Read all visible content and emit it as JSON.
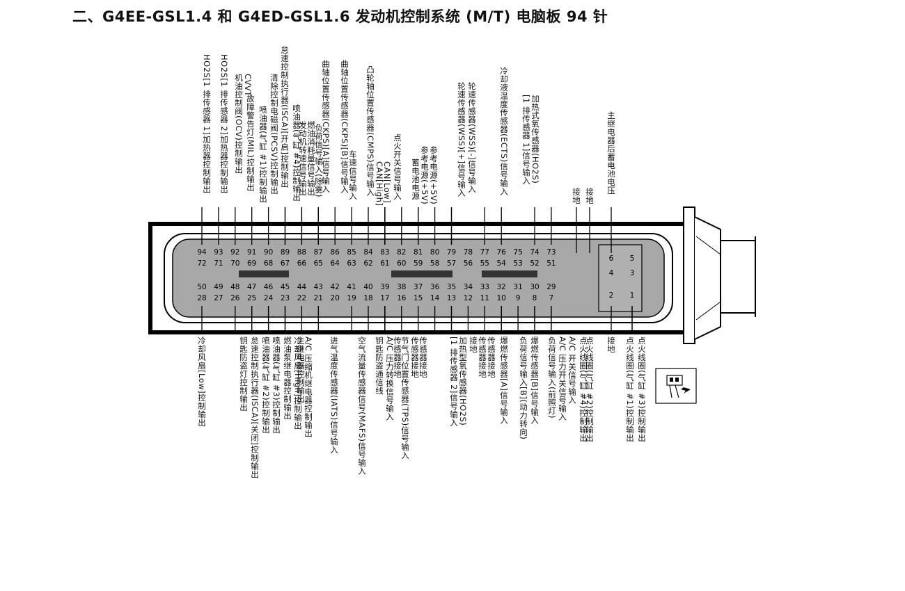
{
  "title": "二、G4EE-GSL1.4 和 G4ED-GSL1.6 发动机控制系统 (M/T) 电脑板 94 针",
  "main_connector": {
    "rows": [
      [
        "94",
        "93",
        "92",
        "91",
        "90",
        "89",
        "88",
        "87",
        "86",
        "85",
        "84",
        "83",
        "82",
        "81",
        "80",
        "79",
        "78",
        "77",
        "76",
        "75",
        "74",
        "73"
      ],
      [
        "72",
        "71",
        "70",
        "69",
        "68",
        "67",
        "66",
        "65",
        "64",
        "63",
        "62",
        "61",
        "60",
        "59",
        "58",
        "57",
        "56",
        "55",
        "54",
        "53",
        "52",
        "51"
      ],
      [
        "50",
        "49",
        "48",
        "47",
        "46",
        "45",
        "44",
        "43",
        "42",
        "41",
        "40",
        "39",
        "38",
        "37",
        "36",
        "35",
        "34",
        "33",
        "32",
        "31",
        "30",
        "29"
      ],
      [
        "28",
        "27",
        "26",
        "25",
        "24",
        "23",
        "22",
        "21",
        "20",
        "19",
        "18",
        "17",
        "16",
        "15",
        "14",
        "13",
        "12",
        "11",
        "10",
        "9",
        "8",
        "7"
      ]
    ]
  },
  "side_connector": {
    "pins": [
      "6",
      "5",
      "4",
      "3",
      "2",
      "1"
    ]
  },
  "top_labels": [
    [
      "HO2S[1 排传感器 1]加热器控制输出"
    ],
    [
      "HO2S[1 排传感器 2]加热器控制输出"
    ],
    [
      "CVVT",
      "机油控制阀(OCV)控制输出"
    ],
    [
      "故障警告灯(MIL)控制输出"
    ],
    [
      "喷油器(气缸 #1)控制输出"
    ],
    [
      "清除控制电磁阀(PCSV)控制输出"
    ],
    [
      "怠速控制执行器(ISCA)[开启]控制输出"
    ],
    [
      "喷油器(气缸 #4)控制输出"
    ],
    [
      "发动机转速信号输出"
    ],
    [
      "燃油消耗量信号输出"
    ],
    [
      "负荷信号输入(除雾)"
    ],
    [
      "曲轴位置传感器(CKPS)[A]信号输入"
    ],
    [
      "曲轴位置传感器(CKPS)[B]信号输入"
    ],
    [
      "车速信号输入"
    ],
    [
      "凸轮轴位置传感器(CMPS)信号输入"
    ],
    [
      "CAN[High]"
    ],
    [
      "CAN[Low]"
    ],
    [
      "点火开关信号输入"
    ],
    [
      "蓄电池电源"
    ],
    [
      "参考电源(+5V)"
    ],
    [
      "参考电源(+5V)"
    ],
    [
      "轮速传感器(WSS)[+]信号输入"
    ],
    [
      "轮速传感器(WSS)[-]信号输入"
    ],
    [
      "冷却液温度传感器(ECTS)信号输入"
    ],
    [
      "加热式氧传感器(HO2S)",
      "[1 排传感器 1]信号输入"
    ],
    [
      "接地"
    ],
    [
      "接地"
    ],
    [
      "主继电器后蓄电池电压"
    ]
  ],
  "bottom_labels": [
    [
      "冷却风扇[Low]控制输出"
    ],
    [
      "钥匙防盗灯控制输出"
    ],
    [
      "怠速控制执行器(ISCA)[关闭]控制输出"
    ],
    [
      "喷油器(气缸 #2)控制输出"
    ],
    [
      "喷油器(气缸 #3)控制输出"
    ],
    [
      "燃油泵继电器控制输出"
    ],
    [
      "冷却风扇[High]控制输出"
    ],
    [
      "A/C 压缩机继电器控制输出"
    ],
    [
      "主继电器控制输出"
    ],
    [
      "进气温度传感器(IATS)信号输入"
    ],
    [
      "空气流量传感器信号(MAFS)信号输入"
    ],
    [
      "钥匙防盗通信线"
    ],
    [
      "A/C 压力转换信号输入"
    ],
    [
      "传感器接地"
    ],
    [
      "节气门位置传感器(TPS)信号输入"
    ],
    [
      "传感器接地"
    ],
    [
      "传感器接地"
    ],
    [
      "加热型氧传感器(HO2S)",
      "[1 排传感器 2]信号输入"
    ],
    [
      "接地"
    ],
    [
      "传感器接地"
    ],
    [
      "传感器接地"
    ],
    [
      "爆燃传感器[A]信号输入"
    ],
    [
      "负荷信号输入[B](动力转向)"
    ],
    [
      "爆燃传感器[B]信号输入"
    ],
    [
      "负荷信号输入(前照灯)"
    ],
    [
      "A/C 压力开关信号输入"
    ],
    [
      "A/C 开关信号输入"
    ],
    [
      "点火线圈(气缸 #4)控制输出"
    ],
    [
      "点火线圈(气缸 #2)控制输出"
    ],
    [
      "接地"
    ],
    [
      "点火线圈(气缸 #1)控制输出"
    ],
    [
      "点火线圈(气缸 #3)控制输出"
    ]
  ]
}
